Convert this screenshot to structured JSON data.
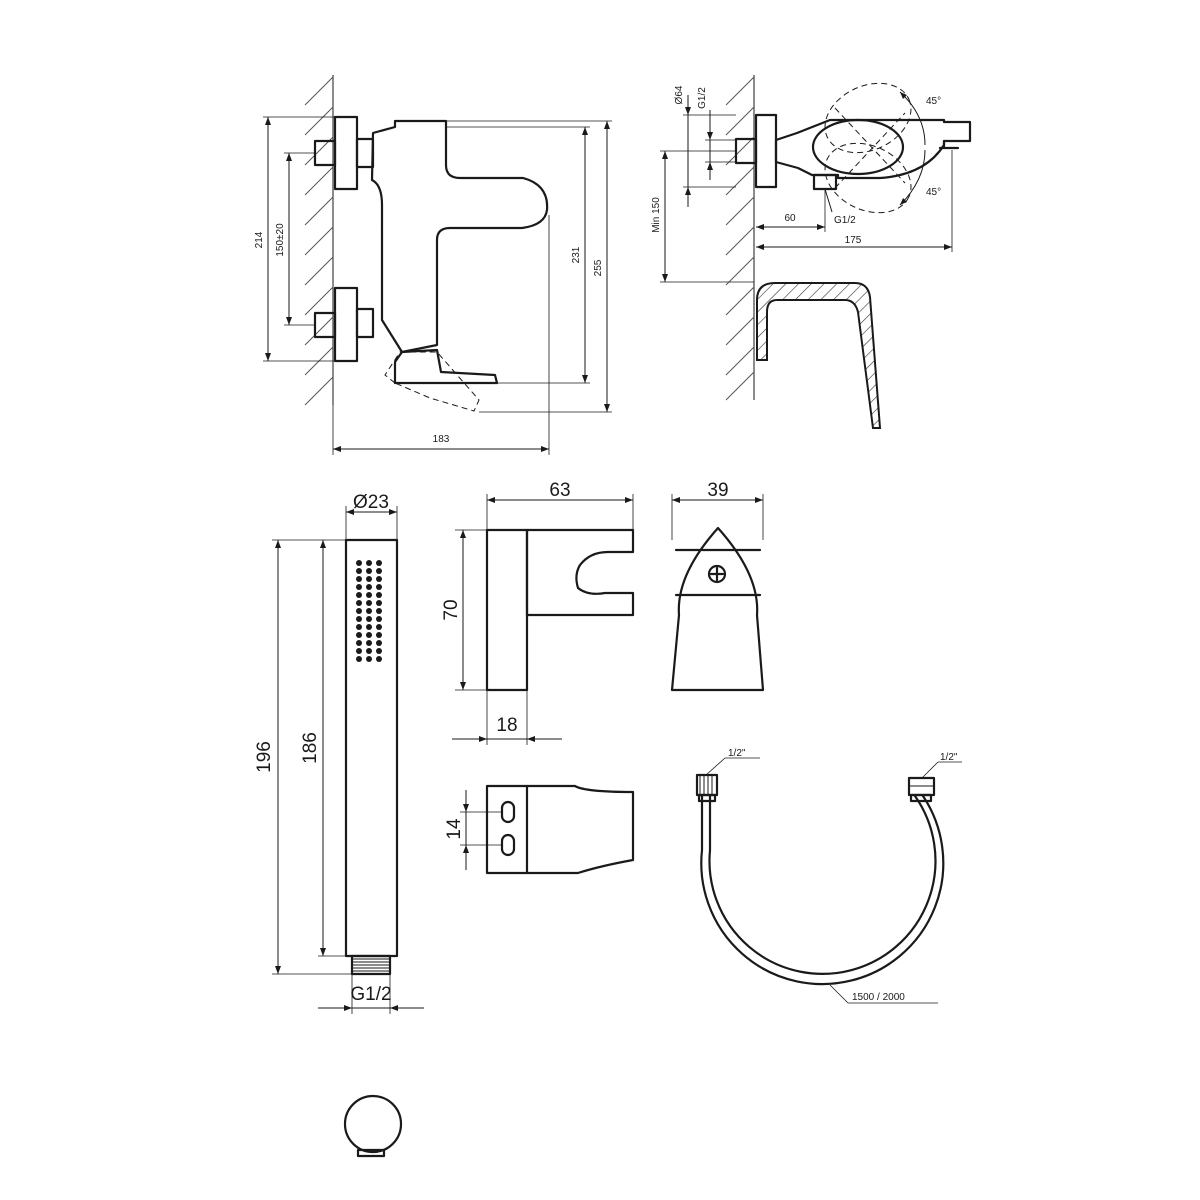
{
  "views": {
    "front": {
      "dims": {
        "height_total": "214",
        "inlet_spacing": "150±20",
        "height_mid": "231",
        "height_max": "255",
        "depth": "183"
      }
    },
    "side": {
      "dims": {
        "diameter": "Ø64",
        "thread_top": "G1/2",
        "min_height": "Min 150",
        "offset": "60",
        "length": "175",
        "thread_bottom": "G1/2",
        "angle_up": "45°",
        "angle_down": "45°"
      }
    },
    "hand_shower": {
      "dims": {
        "diameter": "Ø23",
        "length_total": "196",
        "length_body": "186",
        "thread": "G1/2"
      }
    },
    "holder": {
      "dims": {
        "width": "63",
        "depth": "39",
        "height": "70",
        "base": "18",
        "hole_spacing": "14"
      }
    },
    "hose": {
      "dims": {
        "end_left": "1/2\"",
        "end_right": "1/2\"",
        "length": "1500 / 2000"
      }
    }
  }
}
